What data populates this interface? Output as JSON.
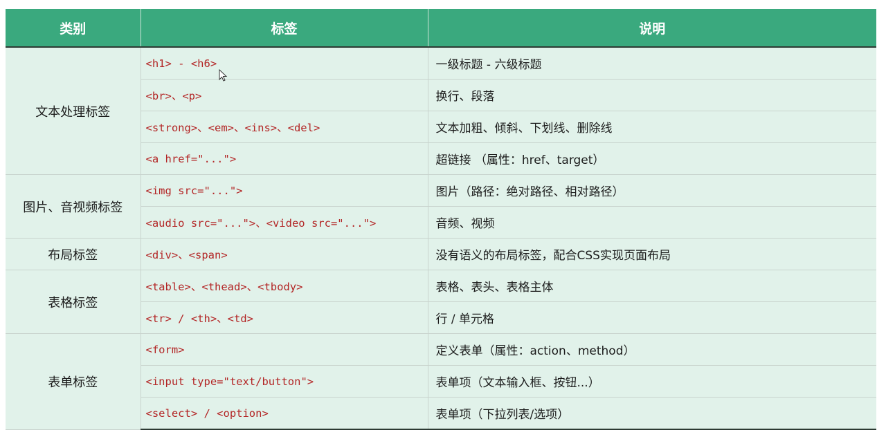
{
  "table": {
    "headers": [
      "类别",
      "标签",
      "说明"
    ],
    "groups": [
      {
        "category": "文本处理标签",
        "rows": [
          {
            "tag": "<h1> - <h6>",
            "desc": "一级标题 - 六级标题"
          },
          {
            "tag": "<br>、<p>",
            "desc": "换行、段落"
          },
          {
            "tag": "<strong>、<em>、<ins>、<del>",
            "desc": "文本加粗、倾斜、下划线、删除线"
          },
          {
            "tag": "<a href=\"...\">",
            "desc": "超链接 （属性：href、target）"
          }
        ]
      },
      {
        "category": "图片、音视频标签",
        "rows": [
          {
            "tag": "<img src=\"...\">",
            "desc": "图片（路径：绝对路径、相对路径）"
          },
          {
            "tag": "<audio src=\"...\">、<video src=\"...\">",
            "desc": "音频、视频"
          }
        ]
      },
      {
        "category": "布局标签",
        "rows": [
          {
            "tag": "<div>、<span>",
            "desc": "没有语义的布局标签，配合CSS实现页面布局"
          }
        ]
      },
      {
        "category": "表格标签",
        "rows": [
          {
            "tag": "<table>、<thead>、<tbody>",
            "desc": "表格、表头、表格主体"
          },
          {
            "tag": "<tr> / <th>、<td>",
            "desc": "行 / 单元格"
          }
        ]
      },
      {
        "category": "表单标签",
        "rows": [
          {
            "tag": "<form>",
            "desc": "定义表单（属性：action、method）"
          },
          {
            "tag": "<input type=\"text/button\">",
            "desc": "表单项（文本输入框、按钮...）"
          },
          {
            "tag": "<select> / <option>",
            "desc": "表单项（下拉列表/选项）"
          }
        ]
      }
    ]
  }
}
